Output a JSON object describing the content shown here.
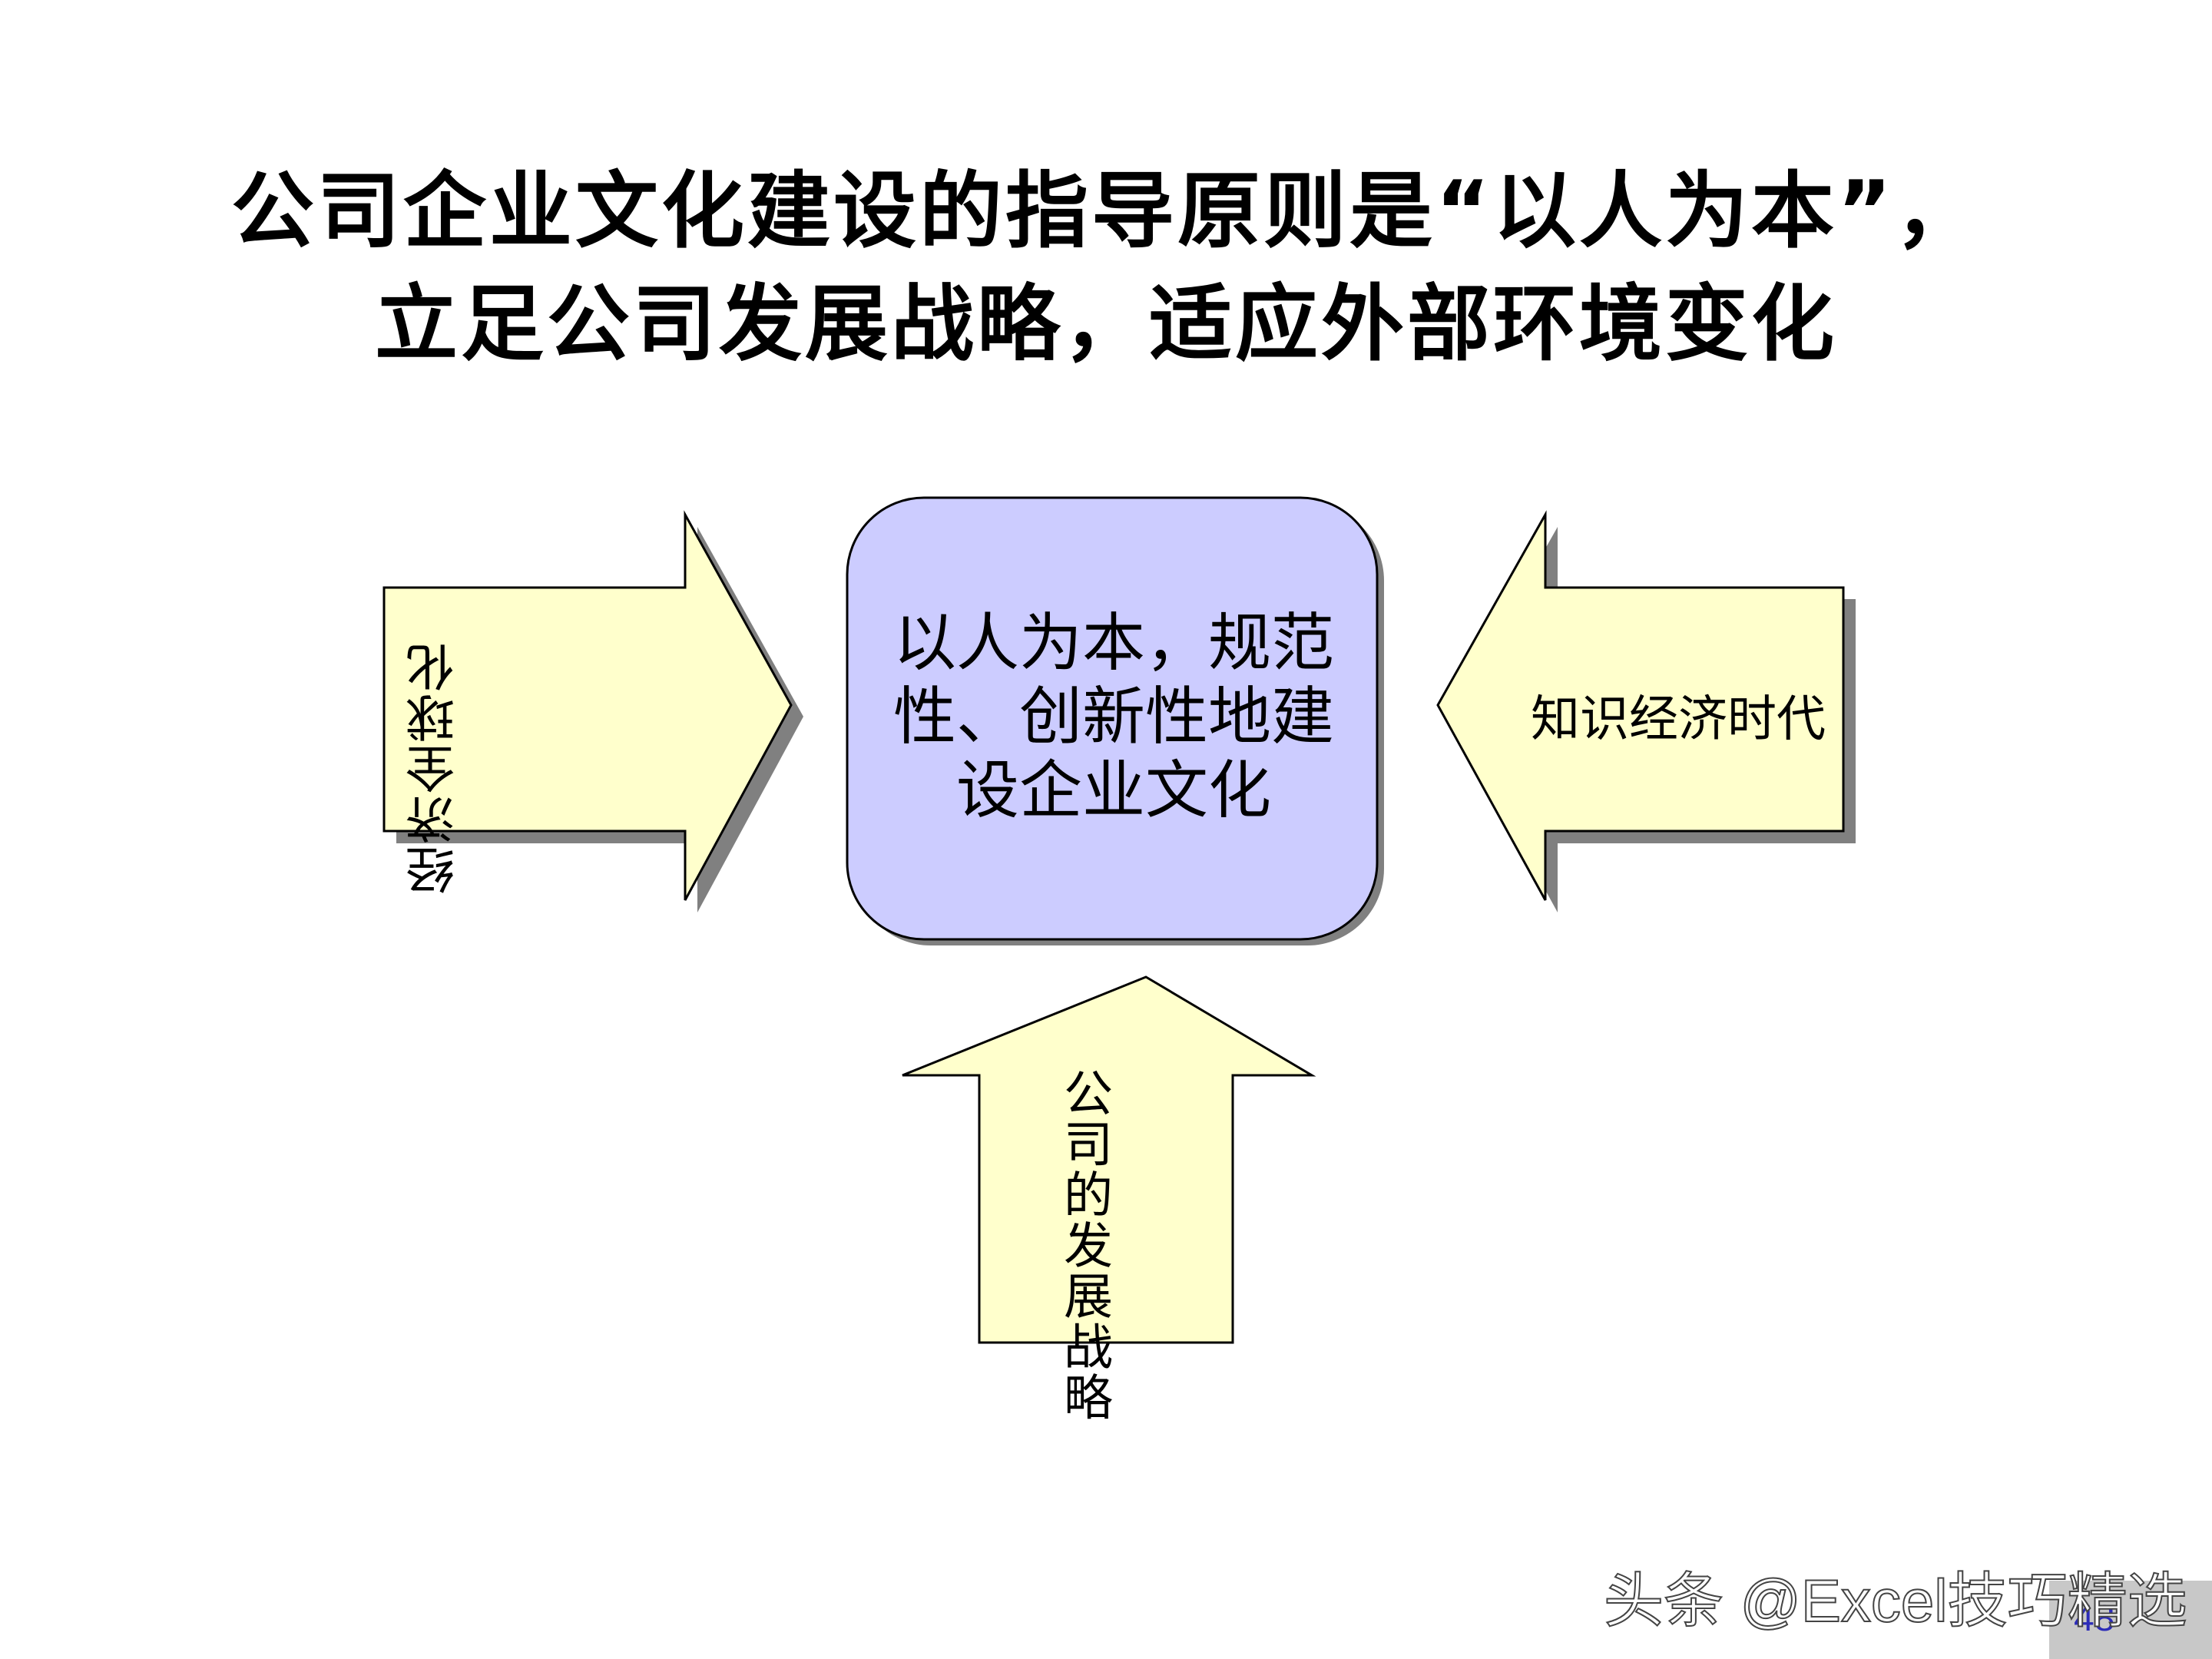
{
  "title": {
    "line1": "公司企业文化建设的指导原则是“以人为本”，",
    "line2": "立足公司发展战略，适应外部环境变化"
  },
  "diagram": {
    "center": {
      "lines": [
        "以人为本，规范",
        "性、创新性地建",
        "设企业文化"
      ]
    },
    "left_arrow": {
      "label": "经济全球化"
    },
    "right_arrow": {
      "label": "知识经济时代"
    },
    "bottom_arrow": {
      "label": "公司的发展战略"
    }
  },
  "colors": {
    "center_fill": "#ccccff",
    "arrow_fill": "#ffffcc",
    "outline": "#000000",
    "shadow": "#808080"
  },
  "footer": {
    "page_number": "48",
    "watermark": "头条 @Excel技巧精选"
  }
}
